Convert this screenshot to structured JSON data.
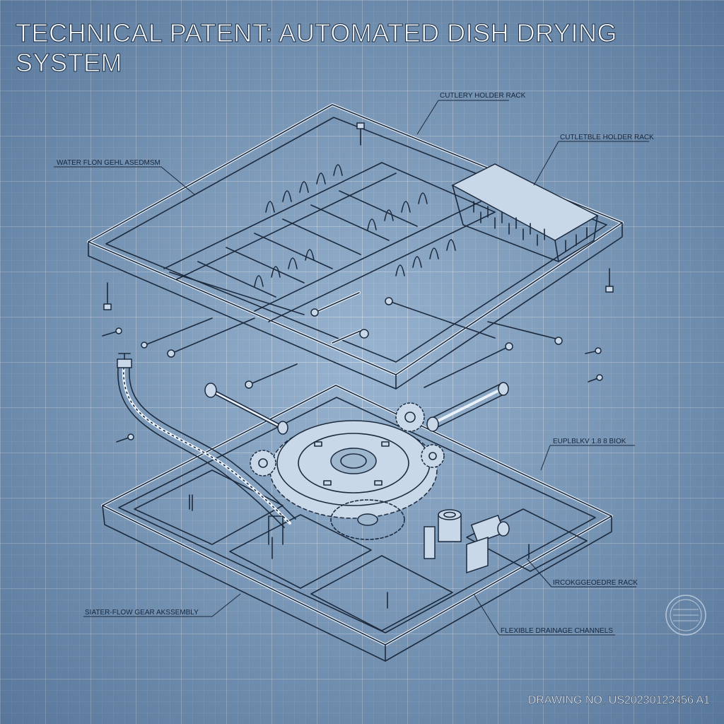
{
  "title": "TECHNICAL PATENT: AUTOMATED DISH DRYING SYSTEM",
  "labels": {
    "cutlery_top": "CUTLERY HOLDER RACK",
    "cutletble": "CUTLETBLE HOLDER RACK",
    "water_flow": "WATER FLON GEHL ASEDMSM",
    "eupl": "EUPLBLKV 1.8 8 BIOK",
    "irc": "IRCOKGGEOEDRE RACK",
    "slater": "SIATER-FLOW GEAR AKSSEMBLY",
    "drainage": "FLEXIBLE DRAINAGE CHANNELS"
  },
  "drawing_number": "DRAWING NO. US20230123456 A1",
  "colors": {
    "background": "#7f9fbf",
    "line": "#1c2a3d",
    "highlight": "#e9f1fa"
  }
}
